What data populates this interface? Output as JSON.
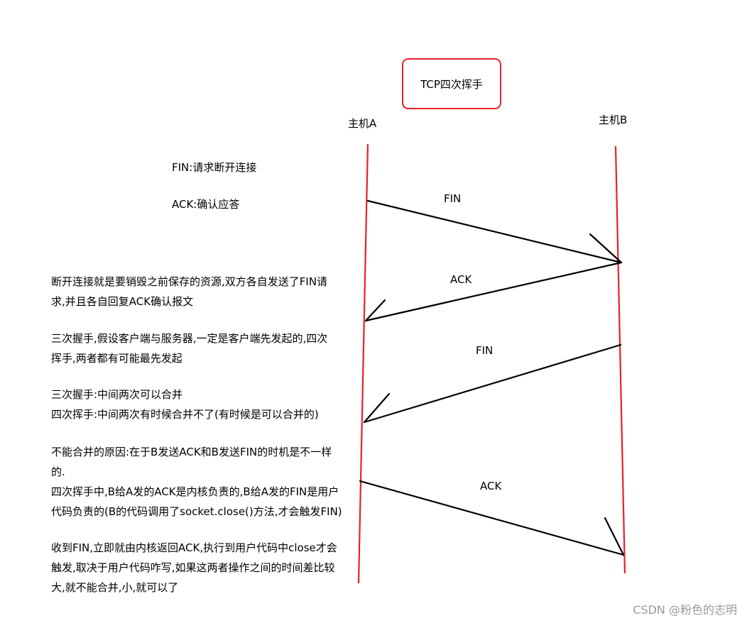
{
  "title": "TCP四次挥手",
  "hosts": {
    "a": "主机A",
    "b": "主机B"
  },
  "legend": {
    "fin": "FIN:请求断开连接",
    "ack": "ACK:确认应答"
  },
  "messages": [
    {
      "label": "FIN",
      "from": "A",
      "to": "B"
    },
    {
      "label": "ACK",
      "from": "B",
      "to": "A"
    },
    {
      "label": "FIN",
      "from": "B",
      "to": "A"
    },
    {
      "label": "ACK",
      "from": "A",
      "to": "B"
    }
  ],
  "notes": {
    "p1": [
      "断开连接就是要销毁之前保存的资源,双方各自发送了FIN请",
      "求,并且各自回复ACK确认报文"
    ],
    "p2": [
      "三次握手,假设客户端与服务器,一定是客户端先发起的,四次",
      "挥手,两者都有可能最先发起"
    ],
    "p3": [
      "三次握手:中间两次可以合并",
      "四次挥手:中间两次有时候合并不了(有时候是可以合并的)"
    ],
    "p4": [
      "不能合并的原因:在于B发送ACK和B发送FIN的时机是不一样",
      "的.",
      "四次挥手中,B给A发的ACK是内核负责的,B给A发的FIN是用户",
      "代码负责的(B的代码调用了socket.close()方法,才会触发FIN)"
    ],
    "p5": [
      "收到FIN,立即就由内核返回ACK,执行到用户代码中close才会",
      "触发,取决于用户代码咋写,如果这两者操作之间的时间差比较",
      "大,就不能合并,小,就可以了"
    ]
  },
  "watermark": "CSDN @粉色的志明",
  "colors": {
    "lifeline": "#e8202a",
    "arrow": "#000000",
    "title_border": "#e8202a",
    "watermark": "#9a9a9a"
  }
}
